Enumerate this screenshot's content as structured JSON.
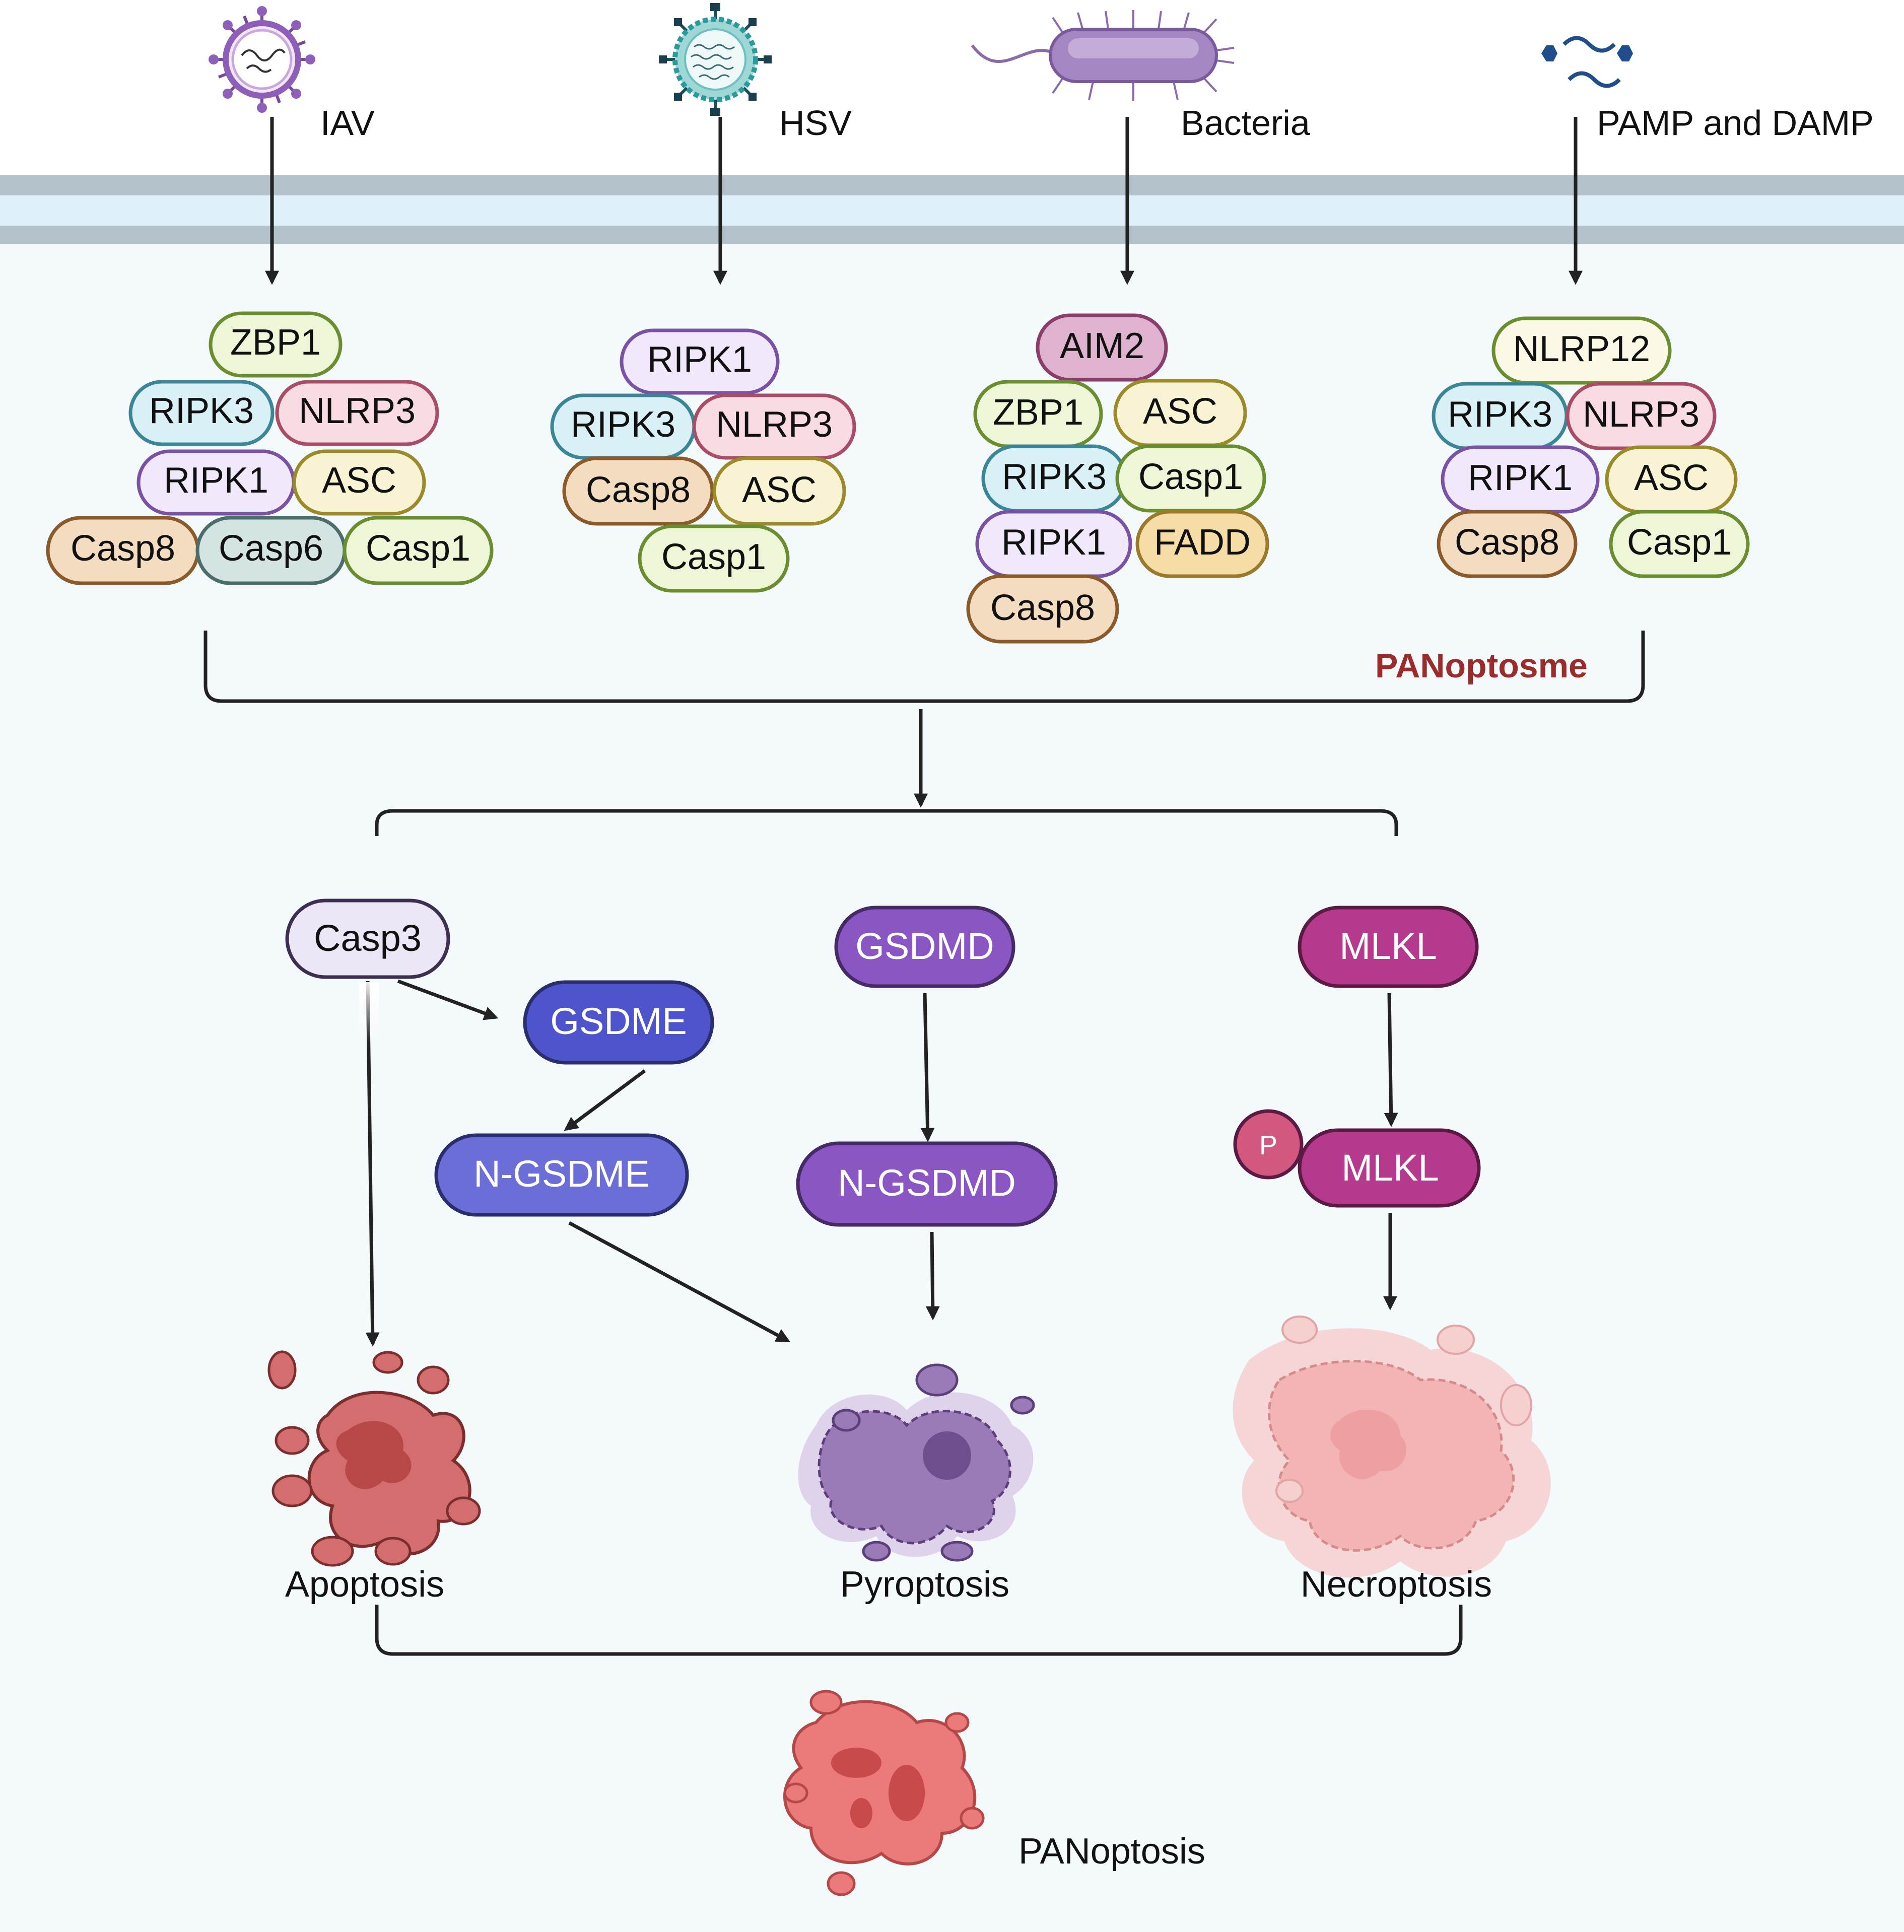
{
  "stimuli": [
    {
      "key": "iav",
      "label": "IAV",
      "icon": "iav-virus-icon"
    },
    {
      "key": "hsv",
      "label": "HSV",
      "icon": "hsv-virus-icon"
    },
    {
      "key": "bacteria",
      "label": "Bacteria",
      "icon": "bacterium-icon"
    },
    {
      "key": "pamp",
      "label": "PAMP and DAMP",
      "icon": "pamp-damp-molecules-icon"
    }
  ],
  "complexes": {
    "iav": [
      "ZBP1",
      "RIPK3",
      "NLRP3",
      "RIPK1",
      "ASC",
      "Casp8",
      "Casp6",
      "Casp1"
    ],
    "hsv": [
      "RIPK1",
      "RIPK3",
      "NLRP3",
      "Casp8",
      "ASC",
      "Casp1"
    ],
    "bacteria": [
      "AIM2",
      "ZBP1",
      "ASC",
      "RIPK3",
      "Casp1",
      "RIPK1",
      "FADD",
      "Casp8"
    ],
    "pamp": [
      "NLRP12",
      "RIPK3",
      "NLRP3",
      "RIPK1",
      "ASC",
      "Casp8",
      "Casp1"
    ]
  },
  "panoptosome_label": "PANoptosme",
  "effectors": {
    "casp3": "Casp3",
    "gsdme": "GSDME",
    "n_gsdme": "N-GSDME",
    "gsdmd": "GSDMD",
    "n_gsdmd": "N-GSDMD",
    "mlkl": "MLKL",
    "p_mlkl": "MLKL",
    "phospho": "P"
  },
  "outcomes": {
    "apoptosis": "Apoptosis",
    "pyroptosis": "Pyroptosis",
    "necroptosis": "Necroptosis",
    "panoptosis": "PANoptosis"
  },
  "colors": {
    "membrane_dark": "#b3c1cb",
    "membrane_light": "#dff0fb",
    "cytoplasm": "#f4f9fc",
    "panoptosome_red": "#9b2c2c",
    "arrow": "#222222"
  }
}
